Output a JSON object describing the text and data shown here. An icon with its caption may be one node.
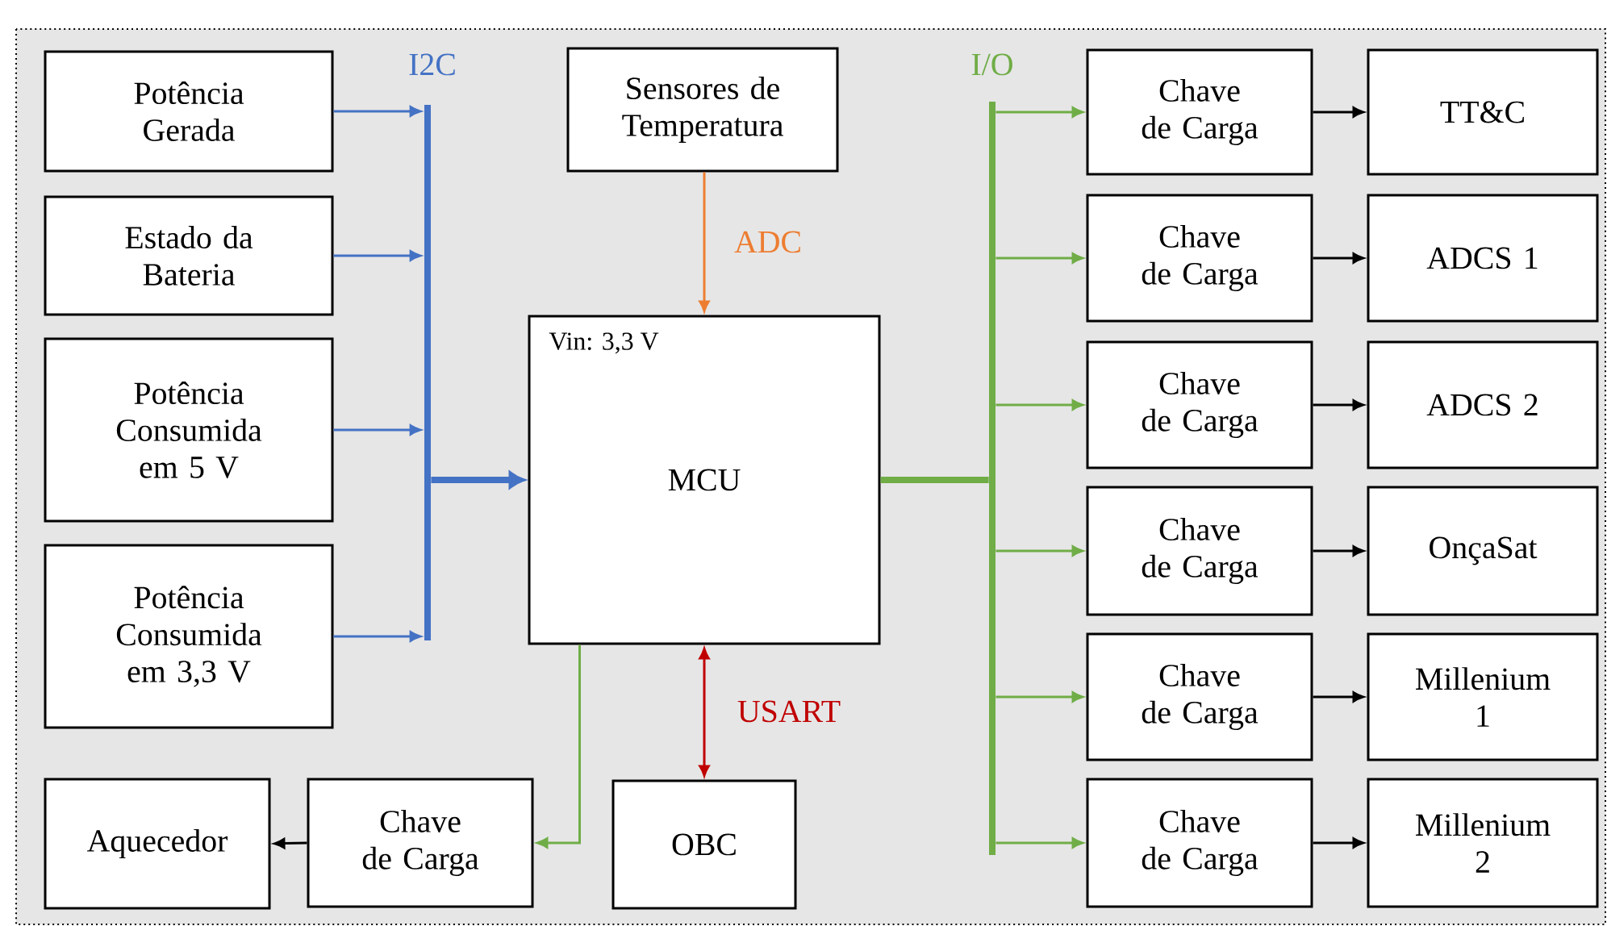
{
  "diagram": {
    "nodes": [
      {
        "text": [
          "Potência Gerada"
        ]
      },
      {
        "text": [
          "Estado da Bateria"
        ]
      },
      {
        "text": [
          "Potência Consumida em 5 V"
        ]
      },
      {
        "text": [
          "Potência Consumida em 3,3 V"
        ]
      },
      {
        "text": [],
        "shape": "bar",
        "beside": [
          "I2C"
        ]
      },
      {
        "text": [
          "Sensores de Temperatura"
        ]
      },
      {
        "text": [
          "Vin: 3,3 V",
          "MCU"
        ]
      },
      {
        "text": [
          "OBC"
        ]
      },
      {
        "text": [
          "Chave de Carga"
        ]
      },
      {
        "text": [
          "Aquecedor"
        ]
      },
      {
        "text": [],
        "shape": "bar",
        "beside": [
          "I/O"
        ]
      },
      {
        "text": [
          "Chave de Carga"
        ]
      },
      {
        "text": [
          "Chave de Carga"
        ]
      },
      {
        "text": [
          "Chave de Carga"
        ]
      },
      {
        "text": [
          "Chave de Carga"
        ]
      },
      {
        "text": [
          "Chave de Carga"
        ]
      },
      {
        "text": [
          "Chave de Carga"
        ]
      },
      {
        "text": [
          "TT&C"
        ]
      },
      {
        "text": [
          "ADCS 1"
        ]
      },
      {
        "text": [
          "ADCS 2"
        ]
      },
      {
        "text": [
          "OnçaSat"
        ]
      },
      {
        "text": [
          "Millenium 1"
        ]
      },
      {
        "text": [
          "Millenium 2"
        ]
      }
    ],
    "edges": [
      {
        "from": 0,
        "to": 4,
        "arrow": "to",
        "color": "#4472c4"
      },
      {
        "from": 1,
        "to": 4,
        "arrow": "to",
        "color": "#4472c4"
      },
      {
        "from": 2,
        "to": 4,
        "arrow": "to",
        "color": "#4472c4"
      },
      {
        "from": 3,
        "to": 4,
        "arrow": "to",
        "color": "#4472c4"
      },
      {
        "from": 4,
        "to": 6,
        "arrow": "to",
        "style": "thick",
        "color": "#4472c4"
      },
      {
        "from": 5,
        "to": 6,
        "arrow": "to",
        "label": "ADC",
        "color": "#ed7d31"
      },
      {
        "from": 6,
        "to": 7,
        "arrow": "both",
        "label": "USART",
        "color": "#c00000"
      },
      {
        "from": 6,
        "to": 8,
        "arrow": "to",
        "color": "#70ad47"
      },
      {
        "from": 8,
        "to": 9,
        "arrow": "to",
        "color": "#000000"
      },
      {
        "from": 6,
        "to": 10,
        "arrow": "none",
        "style": "thick",
        "color": "#70ad47"
      },
      {
        "from": 10,
        "to": 11,
        "arrow": "to",
        "color": "#70ad47"
      },
      {
        "from": 10,
        "to": 12,
        "arrow": "to",
        "color": "#70ad47"
      },
      {
        "from": 10,
        "to": 13,
        "arrow": "to",
        "color": "#70ad47"
      },
      {
        "from": 10,
        "to": 14,
        "arrow": "to",
        "color": "#70ad47"
      },
      {
        "from": 10,
        "to": 15,
        "arrow": "to",
        "color": "#70ad47"
      },
      {
        "from": 10,
        "to": 16,
        "arrow": "to",
        "color": "#70ad47"
      },
      {
        "from": 11,
        "to": 17,
        "arrow": "to",
        "color": "#000000"
      },
      {
        "from": 12,
        "to": 18,
        "arrow": "to",
        "color": "#000000"
      },
      {
        "from": 13,
        "to": 19,
        "arrow": "to",
        "color": "#000000"
      },
      {
        "from": 14,
        "to": 20,
        "arrow": "to",
        "color": "#000000"
      },
      {
        "from": 15,
        "to": 21,
        "arrow": "to",
        "color": "#000000"
      },
      {
        "from": 16,
        "to": 22,
        "arrow": "to",
        "color": "#000000"
      }
    ]
  }
}
